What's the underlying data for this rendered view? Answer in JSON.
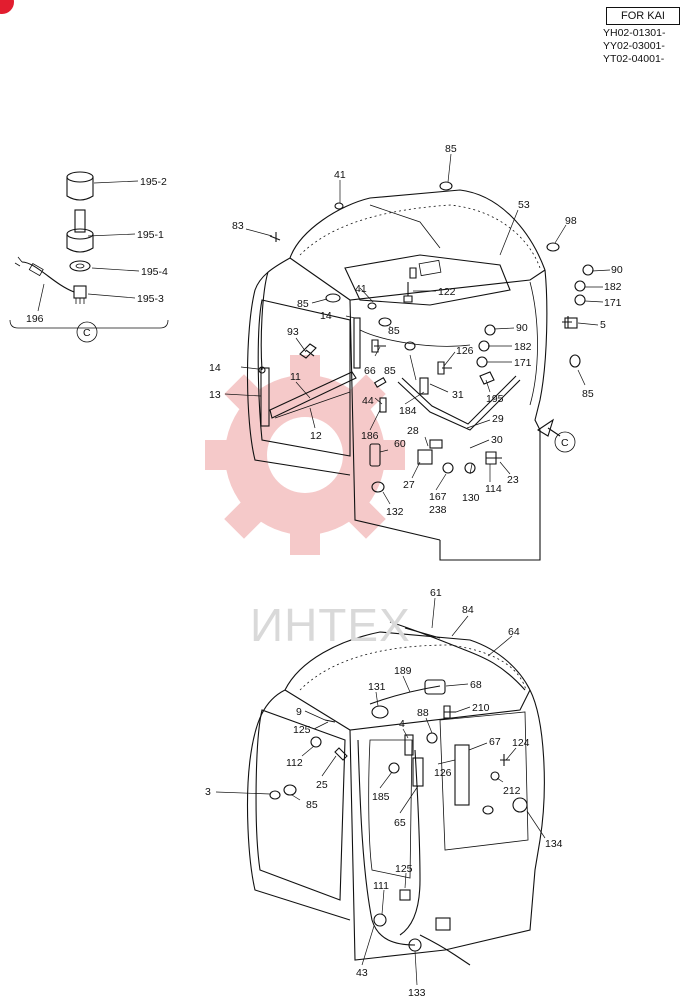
{
  "header": {
    "model_box": "FOR KAI",
    "serials": [
      "YH02-01301-",
      "YY02-03001-",
      "YT02-04001-"
    ]
  },
  "watermark": "ИНТЕХ",
  "colors": {
    "watermark_logo": "#f2b8b8",
    "badge": "#e21d2f",
    "line": "#111111"
  },
  "detail_c": {
    "callouts": [
      "195-2",
      "195-1",
      "195-4",
      "195-3",
      "196"
    ],
    "view_label": "C"
  },
  "view_arrow_label": "C",
  "upper_view": {
    "callouts": [
      "85",
      "41",
      "83",
      "53",
      "98",
      "90",
      "182",
      "171",
      "5",
      "122",
      "41",
      "85",
      "14",
      "85",
      "93",
      "66",
      "85",
      "126",
      "90",
      "182",
      "171",
      "195",
      "31",
      "85",
      "14",
      "11",
      "13",
      "44",
      "184",
      "29",
      "12",
      "186",
      "28",
      "60",
      "30",
      "27",
      "132",
      "167",
      "238",
      "130",
      "114",
      "23"
    ]
  },
  "lower_view": {
    "callouts": [
      "61",
      "84",
      "64",
      "189",
      "131",
      "68",
      "9",
      "4",
      "88",
      "210",
      "125",
      "67",
      "124",
      "112",
      "25",
      "126",
      "212",
      "3",
      "85",
      "185",
      "65",
      "134",
      "125",
      "111",
      "43",
      "133"
    ]
  }
}
